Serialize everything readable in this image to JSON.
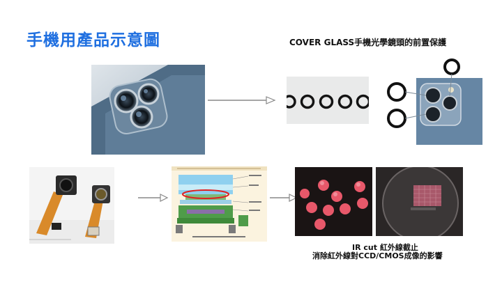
{
  "slide": {
    "title": "手機用產品示意圖",
    "cover_glass_label": "COVER GLASS手機光學鏡頭的前置保護",
    "ir_cut_line1": "IR cut 紅外線截止",
    "ir_cut_line2": "消除紅外線對CCD/CMOS成像的影響"
  },
  "colors": {
    "title": "#1f6fe0",
    "phone_blue": "#5a7690",
    "filter_pink": "#e8586a"
  }
}
